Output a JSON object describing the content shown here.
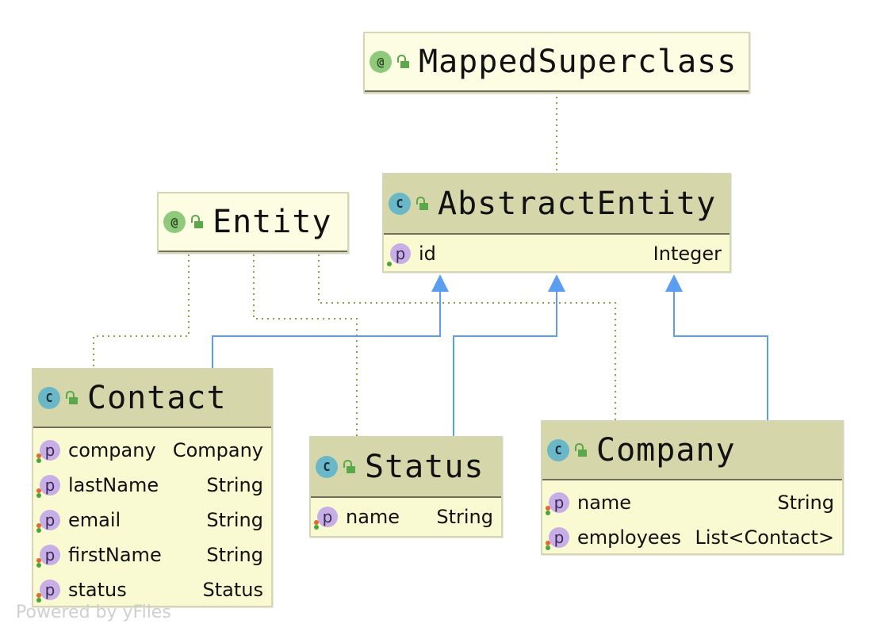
{
  "diagram": {
    "nodes": [
      {
        "id": "mapped_superclass",
        "kind": "annotation",
        "badge": "@",
        "title": "MappedSuperclass",
        "fields": []
      },
      {
        "id": "abstract_entity",
        "kind": "class",
        "badge": "C",
        "title": "AbstractEntity",
        "fields": [
          {
            "name": "id",
            "type": "Integer"
          }
        ]
      },
      {
        "id": "entity",
        "kind": "annotation",
        "badge": "@",
        "title": "Entity",
        "fields": []
      },
      {
        "id": "contact",
        "kind": "class",
        "badge": "C",
        "title": "Contact",
        "fields": [
          {
            "name": "company",
            "type": "Company"
          },
          {
            "name": "lastName",
            "type": "String"
          },
          {
            "name": "email",
            "type": "String"
          },
          {
            "name": "firstName",
            "type": "String"
          },
          {
            "name": "status",
            "type": "Status"
          }
        ]
      },
      {
        "id": "status",
        "kind": "class",
        "badge": "C",
        "title": "Status",
        "fields": [
          {
            "name": "name",
            "type": "String"
          }
        ]
      },
      {
        "id": "company",
        "kind": "class",
        "badge": "C",
        "title": "Company",
        "fields": [
          {
            "name": "name",
            "type": "String"
          },
          {
            "name": "employees",
            "type": "List<Contact>"
          }
        ]
      }
    ],
    "edges": [
      {
        "from": "abstract_entity",
        "to": "mapped_superclass",
        "relation": "annotated-by"
      },
      {
        "from": "contact",
        "to": "entity",
        "relation": "annotated-by"
      },
      {
        "from": "status",
        "to": "entity",
        "relation": "annotated-by"
      },
      {
        "from": "company",
        "to": "entity",
        "relation": "annotated-by"
      },
      {
        "from": "contact",
        "to": "abstract_entity",
        "relation": "extends"
      },
      {
        "from": "status",
        "to": "abstract_entity",
        "relation": "extends"
      },
      {
        "from": "company",
        "to": "abstract_entity",
        "relation": "extends"
      }
    ],
    "colors": {
      "extends_edge": "#5b9df0",
      "annotation_edge": "#9a9a3a",
      "class_header": "#d6d6ab",
      "node_body": "#fafad2"
    },
    "watermark": "Powered by yFiles"
  }
}
